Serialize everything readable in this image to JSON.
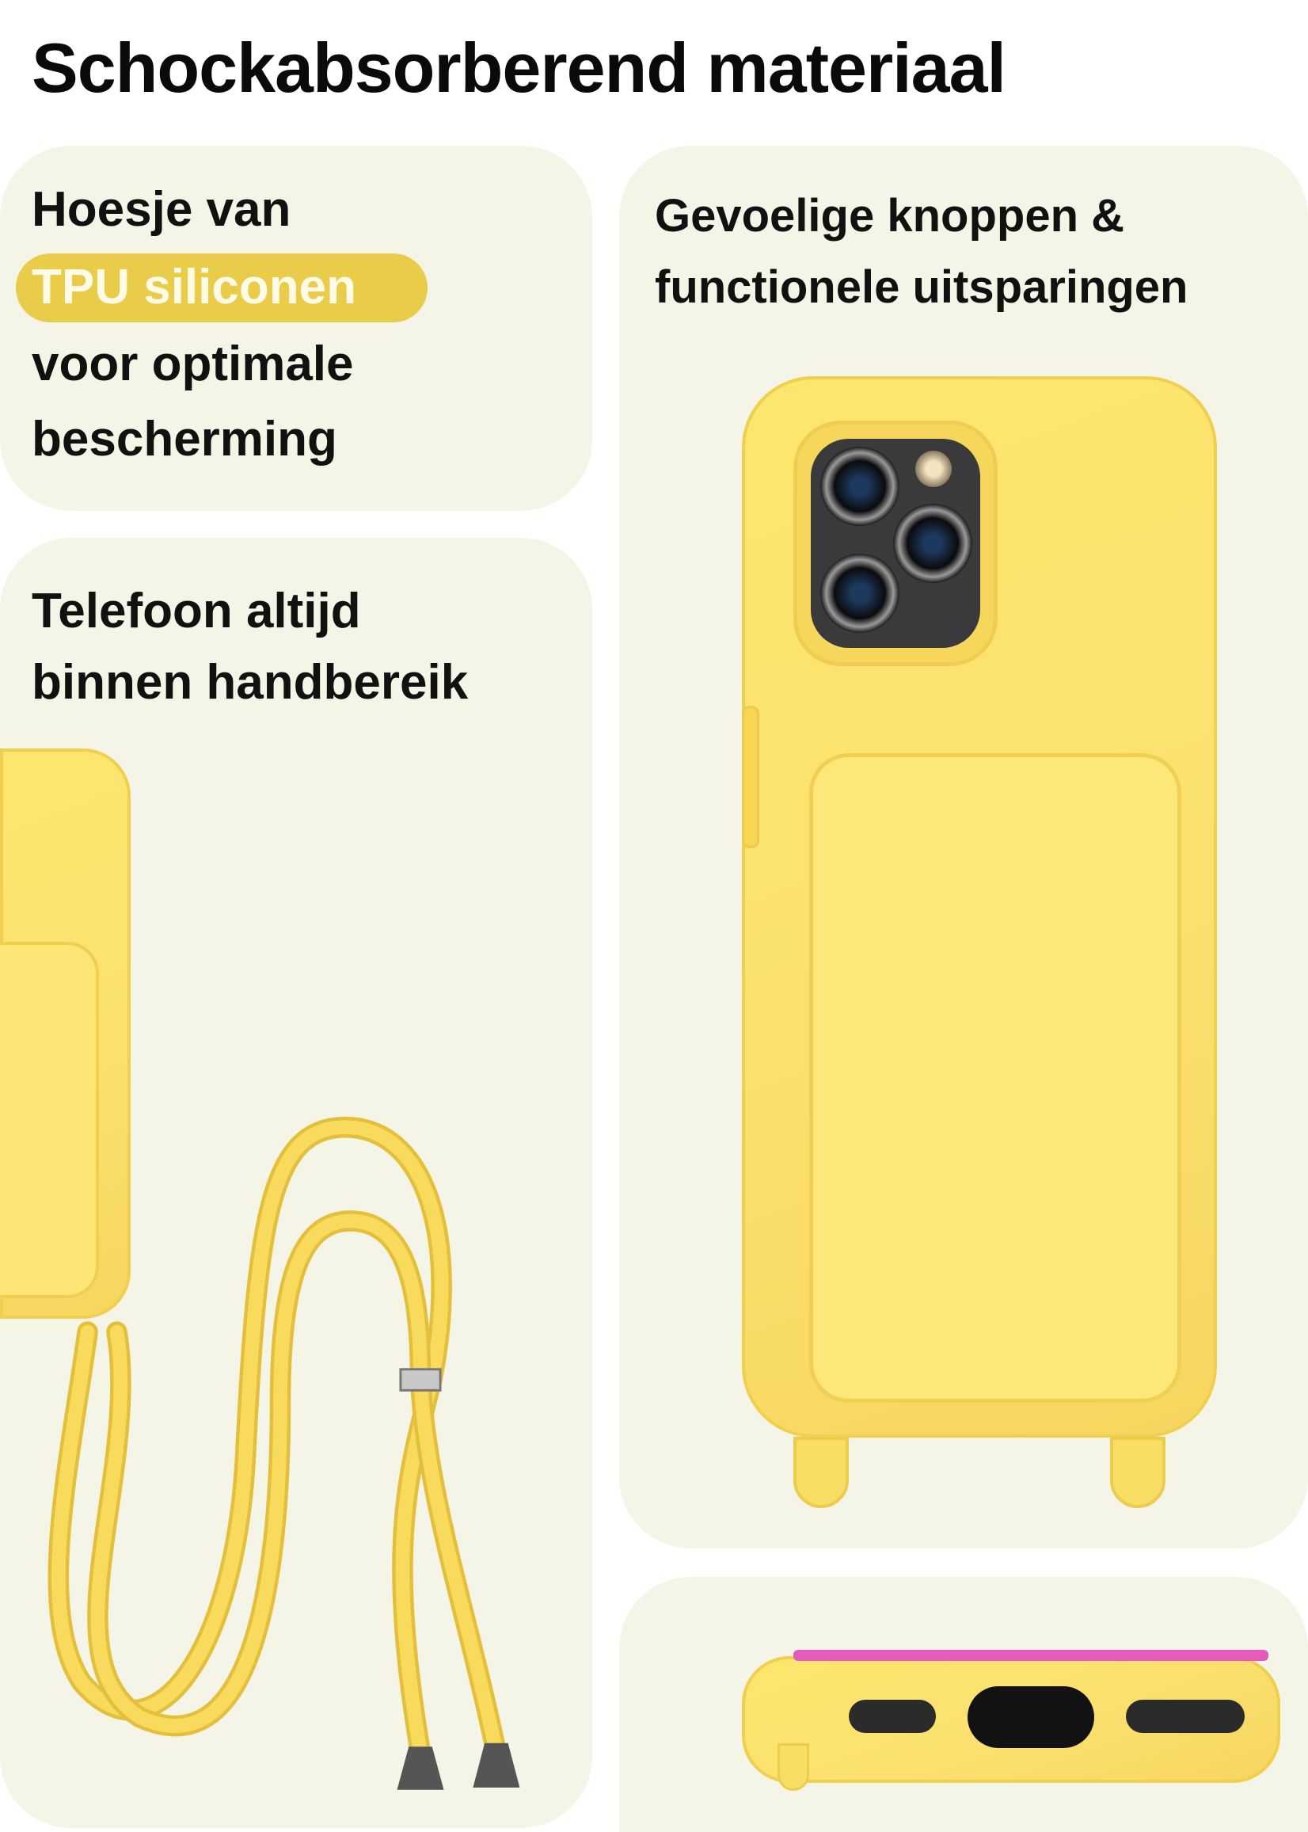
{
  "title": "Schockabsorberend materiaal",
  "panel_material": {
    "line1": "Hoesje van",
    "highlight": "TPU siliconen",
    "line3": "voor optimale",
    "line4": "bescherming"
  },
  "panel_lanyard": {
    "line1": "Telefoon altijd",
    "line2": "binnen handbereik"
  },
  "panel_buttons": {
    "line1": "Gevoelige knoppen &",
    "line2": "functionele uitsparingen"
  },
  "colors": {
    "panel_bg": "#f4f5e7",
    "highlight": "#e8cc4a",
    "case_yellow": "#fbe070"
  }
}
